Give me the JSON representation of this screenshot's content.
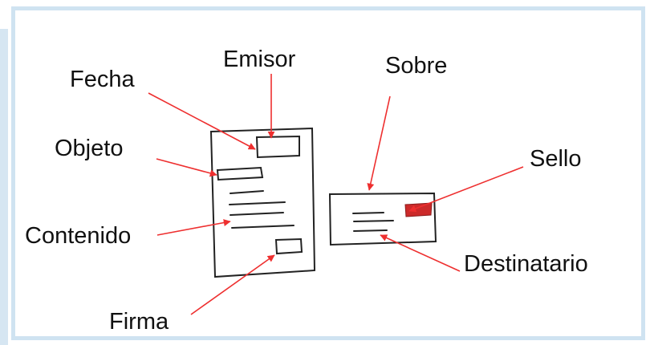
{
  "labels": {
    "fecha": "Fecha",
    "emisor": "Emisor",
    "sobre": "Sobre",
    "objeto": "Objeto",
    "sello": "Sello",
    "contenido": "Contenido",
    "destinatario": "Destinatario",
    "firma": "Firma"
  },
  "colors": {
    "frame": "#cfe3f1",
    "arrow": "#ee2f2f",
    "stamp": "#cc2a2a",
    "sketch": "#222222"
  }
}
